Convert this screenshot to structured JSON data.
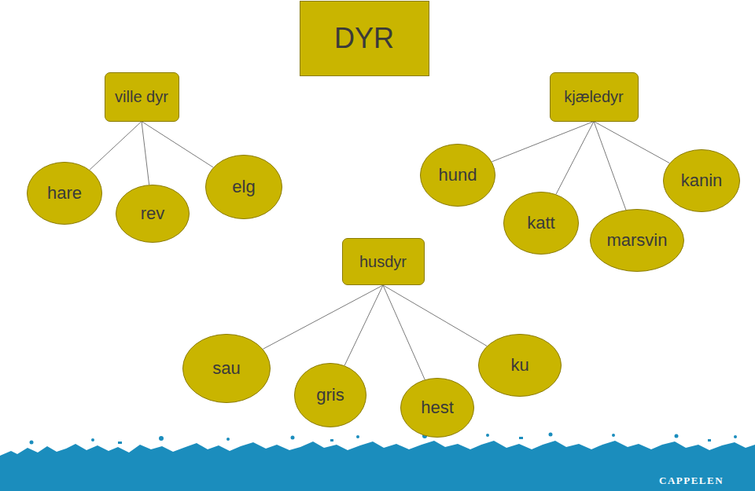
{
  "diagram": {
    "nodes": [
      {
        "text": [
          "DYR"
        ]
      },
      {
        "text": [
          "ville dyr"
        ]
      },
      {
        "text": [
          "kjæledyr"
        ]
      },
      {
        "text": [
          "hare"
        ]
      },
      {
        "text": [
          "rev"
        ]
      },
      {
        "text": [
          "elg"
        ]
      },
      {
        "text": [
          "hund"
        ]
      },
      {
        "text": [
          "katt"
        ]
      },
      {
        "text": [
          "kanin"
        ]
      },
      {
        "text": [
          "marsvin"
        ]
      },
      {
        "text": [
          "husdyr"
        ]
      },
      {
        "text": [
          "sau"
        ]
      },
      {
        "text": [
          "gris"
        ]
      },
      {
        "text": [
          "hest"
        ]
      },
      {
        "text": [
          "ku"
        ]
      }
    ],
    "edges": [
      {
        "from": 1,
        "to": 3,
        "arrow": "none"
      },
      {
        "from": 1,
        "to": 4,
        "arrow": "none"
      },
      {
        "from": 1,
        "to": 5,
        "arrow": "none"
      },
      {
        "from": 2,
        "to": 6,
        "arrow": "none"
      },
      {
        "from": 2,
        "to": 7,
        "arrow": "none"
      },
      {
        "from": 2,
        "to": 9,
        "arrow": "none"
      },
      {
        "from": 2,
        "to": 8,
        "arrow": "none"
      },
      {
        "from": 10,
        "to": 11,
        "arrow": "none"
      },
      {
        "from": 10,
        "to": 12,
        "arrow": "none"
      },
      {
        "from": 10,
        "to": 13,
        "arrow": "none"
      },
      {
        "from": 10,
        "to": 14,
        "arrow": "none"
      }
    ],
    "labels": [
      "CAPPELEN"
    ]
  }
}
